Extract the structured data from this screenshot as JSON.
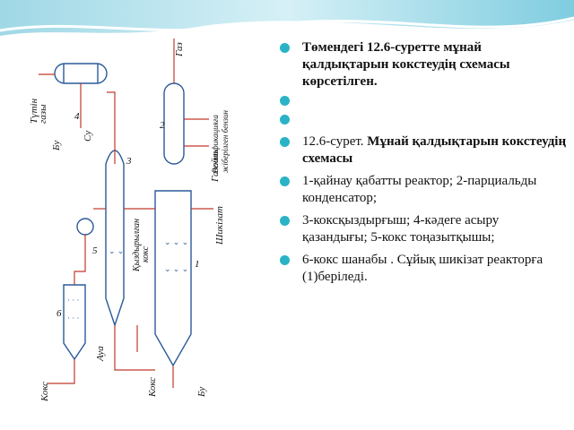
{
  "theme": {
    "accent": "#2ab3c6",
    "line_red": "#c0392b",
    "line_blue": "#2a5a9a"
  },
  "bullets": [
    {
      "text": "Төмендегі 12.6-суретте  мұнай қалдықтарын   кокстеудің схемасы  көрсетілген.",
      "bold": true
    },
    {
      "text": "",
      "bold": false
    },
    {
      "text": "",
      "bold": false
    },
    {
      "prefix": "12.6-сурет. ",
      "text": "Мұнай қалдықтарын   кокстеудің схемасы",
      "bold": true
    },
    {
      "text": "1-қайнау  қабатты  реактор; 2-парциальды   конденсатор;",
      "bold": false
    },
    {
      "text": "3-коксқыздырғыш; 4-кәдеге асыру  қазандығы; 5-кокс тоңазытқышы;",
      "bold": false
    },
    {
      "text": "6-кокс  шанабы  . Сұйық шикізат   реакторға (1)беріледі.",
      "bold": false
    }
  ],
  "diagram": {
    "labels": {
      "gaz": "Газ",
      "rect": "Ректификацияға",
      "rect2": "жіберілген бензин",
      "gazoil": "Газойль",
      "shikizat": "Шикізат",
      "bu1": "Бу",
      "koks_mid": "Кокс",
      "koks_left": "Кокс",
      "aua": "Ауа",
      "bu2": "Бу",
      "su": "Су",
      "tutin": "Түтін",
      "gazy": "газы",
      "kyzd": "Қыздырылған",
      "koks_v": "кокс",
      "n1": "1",
      "n2": "2",
      "n3": "3",
      "n4": "4",
      "n5": "5",
      "n6": "6"
    }
  }
}
